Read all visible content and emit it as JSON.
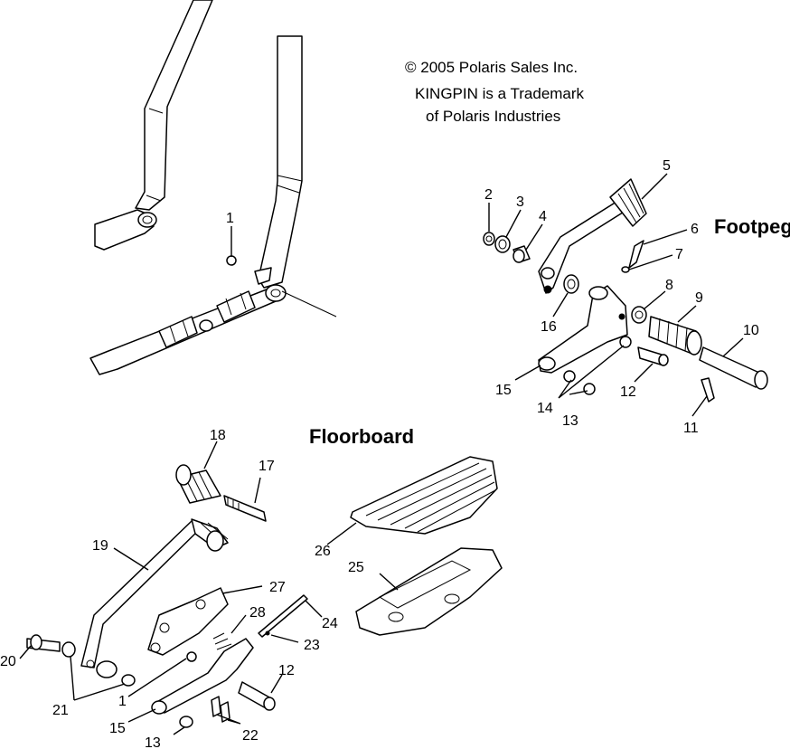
{
  "copyright": {
    "line1": "© 2005 Polaris Sales Inc.",
    "line2": "KINGPIN is a Trademark",
    "line3": "of Polaris Industries"
  },
  "sections": {
    "footpeg": "Footpeg",
    "floorboard": "Floorboard"
  },
  "callouts": {
    "c1_top": "1",
    "c2": "2",
    "c3": "3",
    "c4": "4",
    "c5": "5",
    "c6": "6",
    "c7": "7",
    "c8": "8",
    "c9": "9",
    "c10": "10",
    "c11": "11",
    "c12_top": "12",
    "c13_top": "13",
    "c14": "14",
    "c15_top": "15",
    "c16": "16",
    "c17": "17",
    "c18": "18",
    "c19": "19",
    "c20": "20",
    "c21": "21",
    "c22": "22",
    "c23": "23",
    "c24": "24",
    "c25": "25",
    "c26": "26",
    "c27": "27",
    "c28": "28",
    "c1_bot": "1",
    "c12_bot": "12",
    "c13_bot": "13",
    "c15_bot": "15"
  }
}
